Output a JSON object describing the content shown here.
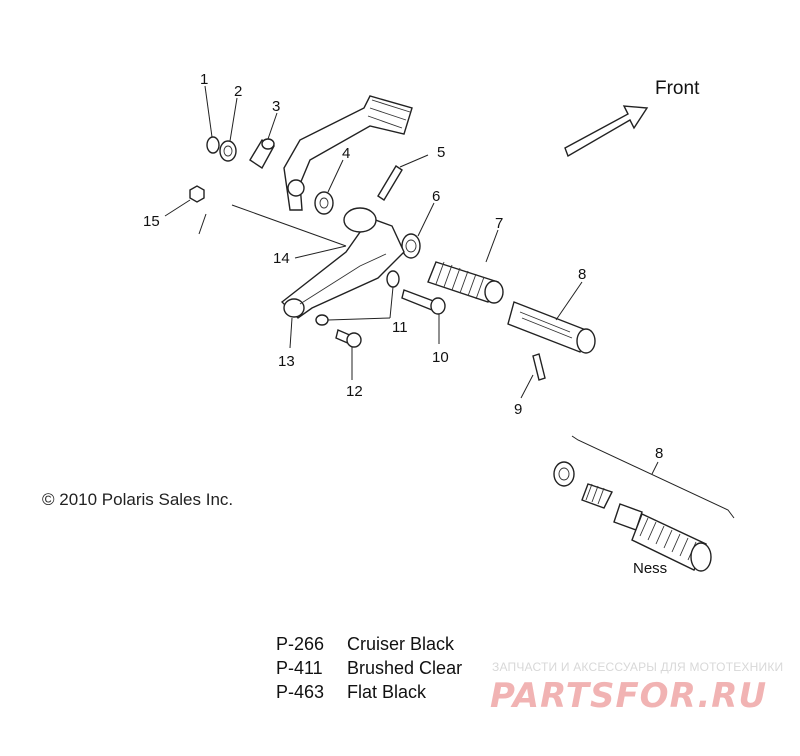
{
  "front_label": "Front",
  "copyright": "© 2010 Polaris Sales Inc.",
  "callouts": [
    "1",
    "2",
    "3",
    "4",
    "5",
    "6",
    "7",
    "8",
    "9",
    "10",
    "11",
    "12",
    "13",
    "14",
    "15"
  ],
  "inset": {
    "callout": "8",
    "label": "Ness"
  },
  "legend": [
    {
      "code": "P-266",
      "name": "Cruiser Black"
    },
    {
      "code": "P-411",
      "name": "Brushed Clear"
    },
    {
      "code": "P-463",
      "name": "Flat Black"
    }
  ],
  "watermark": {
    "tagline": "ЗАПЧАСТИ И АКСЕССУАРЫ ДЛЯ МОТОТЕХНИКИ",
    "logo": "PARTSFOR.RU"
  }
}
